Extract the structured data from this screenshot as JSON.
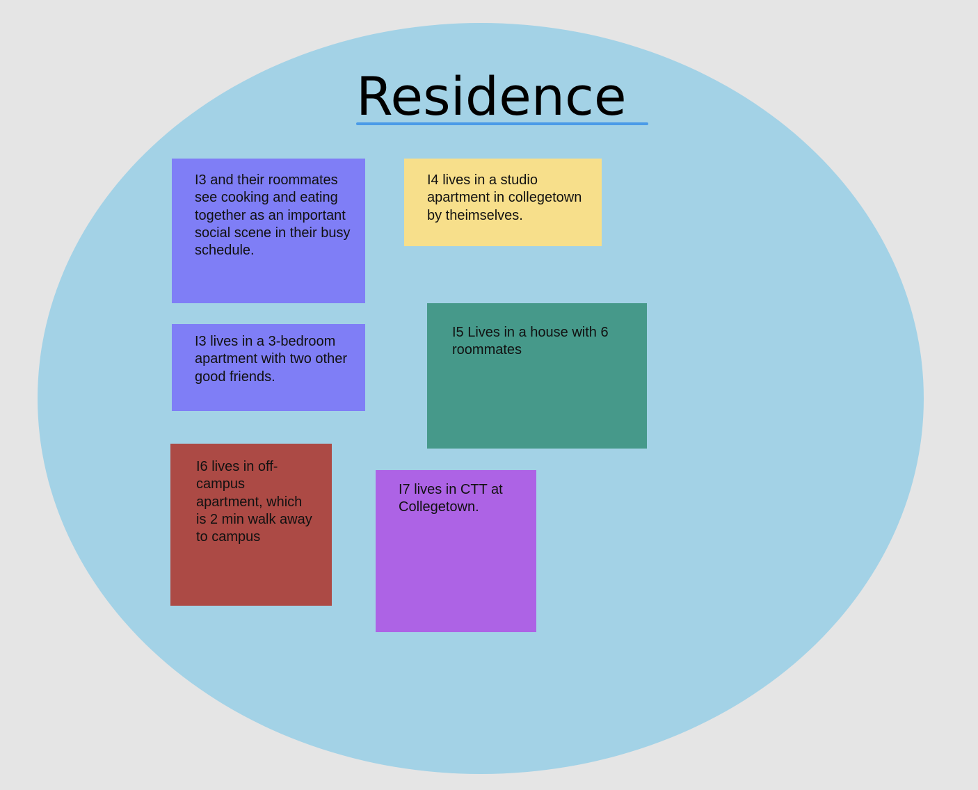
{
  "title": "Residence",
  "colors": {
    "background": "#e5e5e5",
    "ellipse": "#a3d2e6",
    "underline": "#4a9be8"
  },
  "notes": [
    {
      "text": "I3 and their roommates see cooking and eating together as an important social scene in their busy schedule.",
      "color": "#7f7ef6"
    },
    {
      "text": "I4 lives in a studio apartment in collegetown by theimselves.",
      "color": "#f7df8b"
    },
    {
      "text": "I3 lives in a 3-bedroom apartment with two other good friends.",
      "color": "#7f7ef6"
    },
    {
      "text": "I5 Lives in a house with 6 roommates",
      "color": "#46998a"
    },
    {
      "text": "I6 lives in off-campus apartment, which is 2 min walk away to campus",
      "color": "#ac4a45"
    },
    {
      "text": "I7 lives in CTT at Collegetown.",
      "color": "#ad63e5"
    }
  ]
}
